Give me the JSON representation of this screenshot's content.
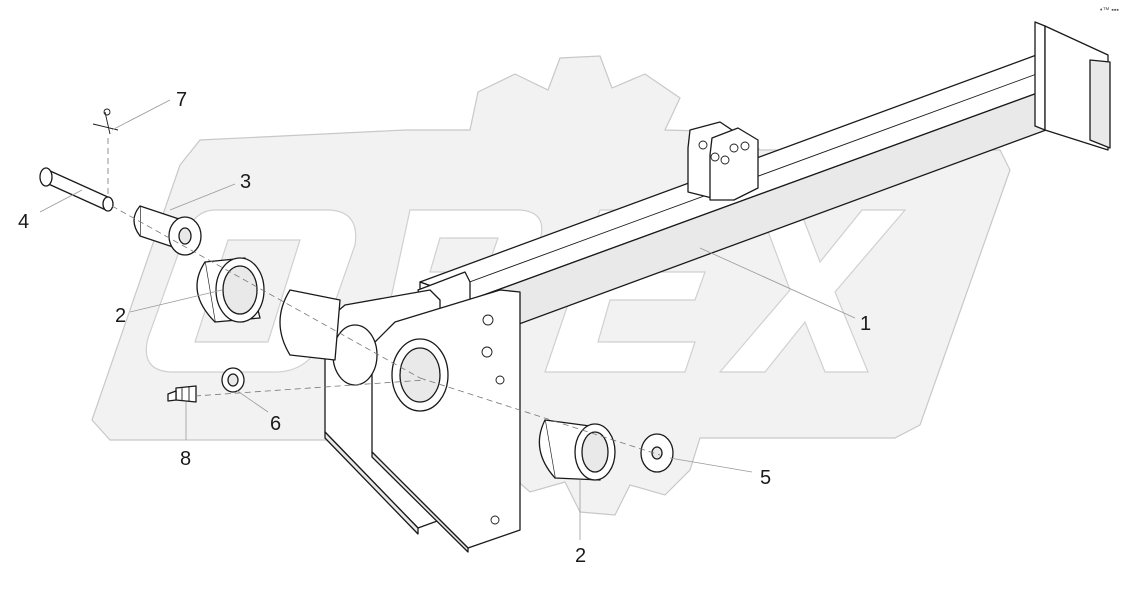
{
  "watermark": {
    "text": "OPEX",
    "fill": "#f2f2f2",
    "stroke": "#c8c8c8"
  },
  "corner_mark": "•™ ▪▪▪",
  "callouts": [
    {
      "id": "1",
      "text": "1"
    },
    {
      "id": "2a",
      "text": "2"
    },
    {
      "id": "2b",
      "text": "2"
    },
    {
      "id": "3",
      "text": "3"
    },
    {
      "id": "4",
      "text": "4"
    },
    {
      "id": "5",
      "text": "5"
    },
    {
      "id": "6",
      "text": "6"
    },
    {
      "id": "7",
      "text": "7"
    },
    {
      "id": "8",
      "text": "8"
    }
  ],
  "colors": {
    "line": "#1a1a1a",
    "leader": "#9a9a9a",
    "background": "#ffffff"
  }
}
